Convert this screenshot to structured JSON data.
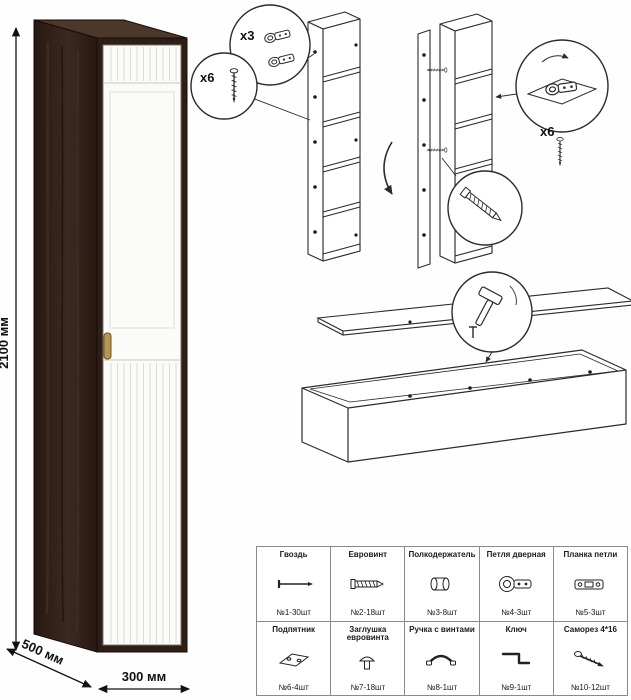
{
  "wardrobe": {
    "dim_height": "2100 мм",
    "dim_depth": "500 мм",
    "dim_width": "300 мм"
  },
  "assembly": {
    "hinge_qty": "x3",
    "screw_qty_left": "x6",
    "screw_qty_right": "x6"
  },
  "parts": {
    "rows": [
      [
        {
          "name": "Гвоздь",
          "qty": "№1-30шт"
        },
        {
          "name": "Евровинт",
          "qty": "№2-18шт"
        },
        {
          "name": "Полкодержатель",
          "qty": "№3-8шт"
        },
        {
          "name": "Петля дверная",
          "qty": "№4-3шт"
        },
        {
          "name": "Планка петли",
          "qty": "№5-3шт"
        }
      ],
      [
        {
          "name": "Подпятник",
          "qty": "№6-4шт"
        },
        {
          "name": "Заглушка евровинта",
          "qty": "№7-18шт"
        },
        {
          "name": "Ручка с винтами",
          "qty": "№8-1шт"
        },
        {
          "name": "Ключ",
          "qty": "№9-1шт"
        },
        {
          "name": "Саморез 4*16",
          "qty": "№10-12шт"
        }
      ]
    ]
  },
  "icons": {
    "parts_row1": [
      "nail-icon",
      "euroscrew-icon",
      "shelf-pin-icon",
      "door-hinge-icon",
      "hinge-plate-icon"
    ],
    "parts_row2": [
      "glide-icon",
      "screw-cap-icon",
      "handle-icon",
      "hex-key-icon",
      "self-tapping-screw-icon"
    ],
    "assembly": [
      "hammer-icon",
      "confirmat-screw-icon",
      "hinge-icon",
      "screw-icon"
    ]
  },
  "colors": {
    "body": "#2e1e16",
    "body_top": "#4c372b",
    "door": "#fbfbf8",
    "handle": "#b7964f",
    "line": "#2b2b2b"
  }
}
